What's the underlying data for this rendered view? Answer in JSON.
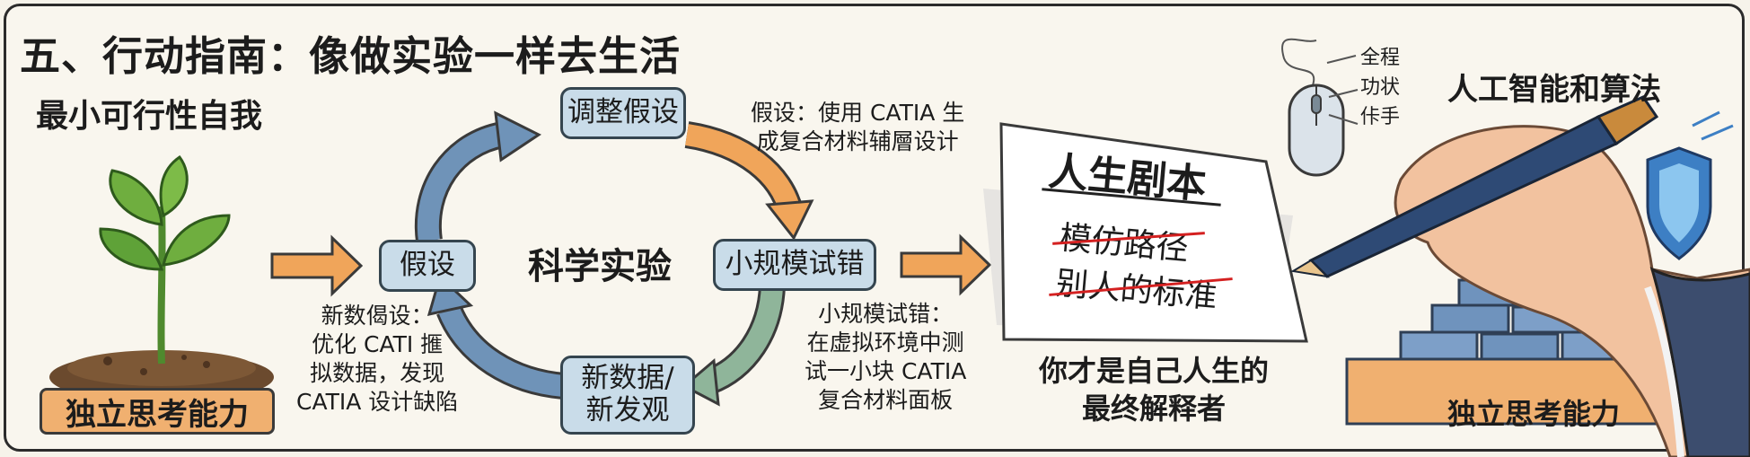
{
  "title": "五、行动指南：像做实验一样去生活",
  "left": {
    "heading": "最小可行性自我",
    "label": "独立思考能力"
  },
  "cycle": {
    "center": "科学实验",
    "nodes": {
      "hypothesis": "假设",
      "adjust": "调整假设",
      "trial": "小规模试错",
      "newdata_line1": "新数据/",
      "newdata_line2": "新发观"
    },
    "notes": {
      "adjust": [
        "假设：使用 CATIA 生",
        "成复合材料辅層设计"
      ],
      "trial": [
        "小规模试错：",
        "在虚拟环境中测",
        "试一小块 CATIA",
        "复合材料面板"
      ],
      "newdata": [
        "新数偈设：",
        "优化 CATI 㨤",
        "拟数据，发现",
        "CATIA 设计缺陷"
      ]
    }
  },
  "script": {
    "title": "人生剧本",
    "struck_line1": "模仿路径",
    "struck_line2": "别人的标准",
    "caption_line1": "你才是自己人生的",
    "caption_line2": "最终解释者"
  },
  "right": {
    "mouse_labels": [
      "全程",
      "功状",
      "佧手"
    ],
    "heading": "人工智能和算法",
    "label": "独立思考能力"
  },
  "colors": {
    "node_fill": "#c9dce9",
    "arrow_orange": "#f0a55a",
    "arrow_blue": "#6f93b8",
    "arrow_green": "#8fb59a",
    "label_orange": "#f0b070",
    "strike_red": "#d42020"
  }
}
